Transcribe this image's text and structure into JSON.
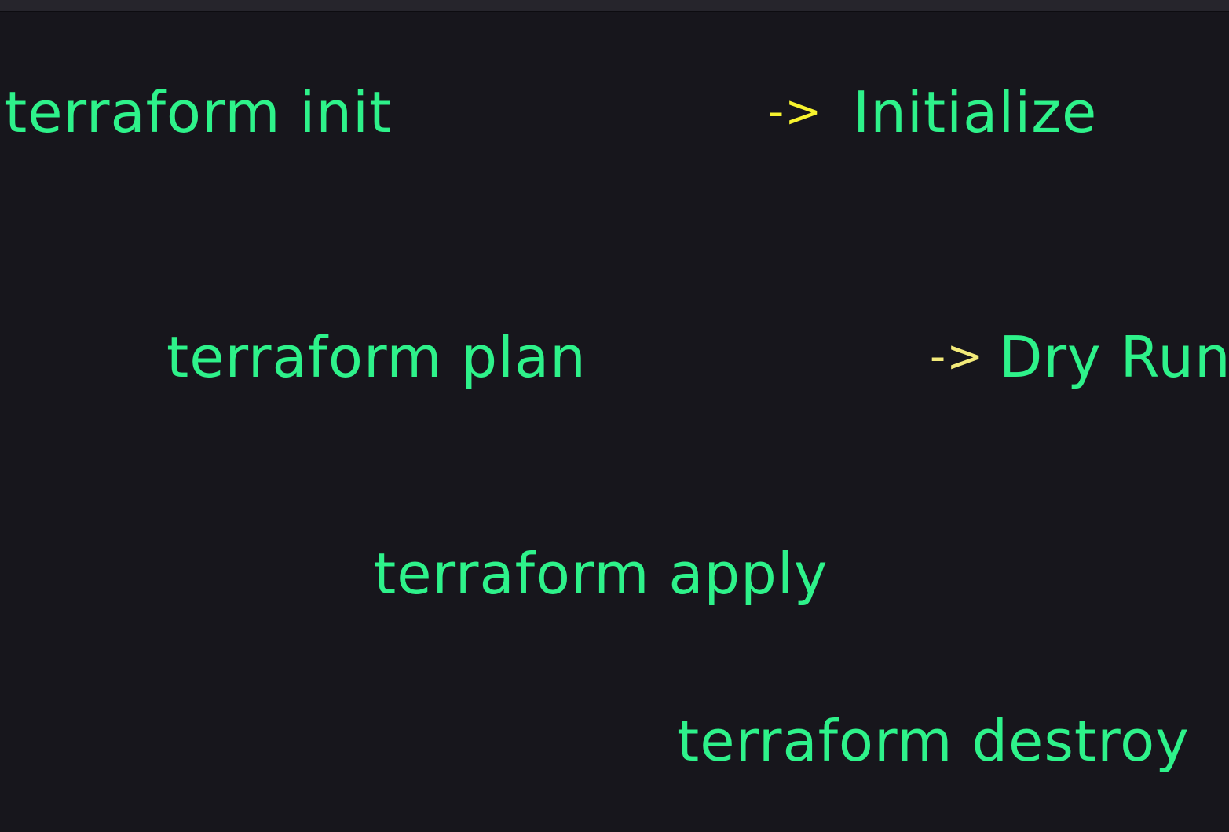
{
  "commands": [
    {
      "command": "terraform init",
      "arrow": "->",
      "description": "Initialize"
    },
    {
      "command": "terraform plan",
      "arrow": "->",
      "description": "Dry Run"
    },
    {
      "command": "terraform apply"
    },
    {
      "command": "terraform destroy"
    }
  ],
  "colors": {
    "background": "#17161c",
    "text": "#2ef28a",
    "arrow": "#f7f32e"
  }
}
